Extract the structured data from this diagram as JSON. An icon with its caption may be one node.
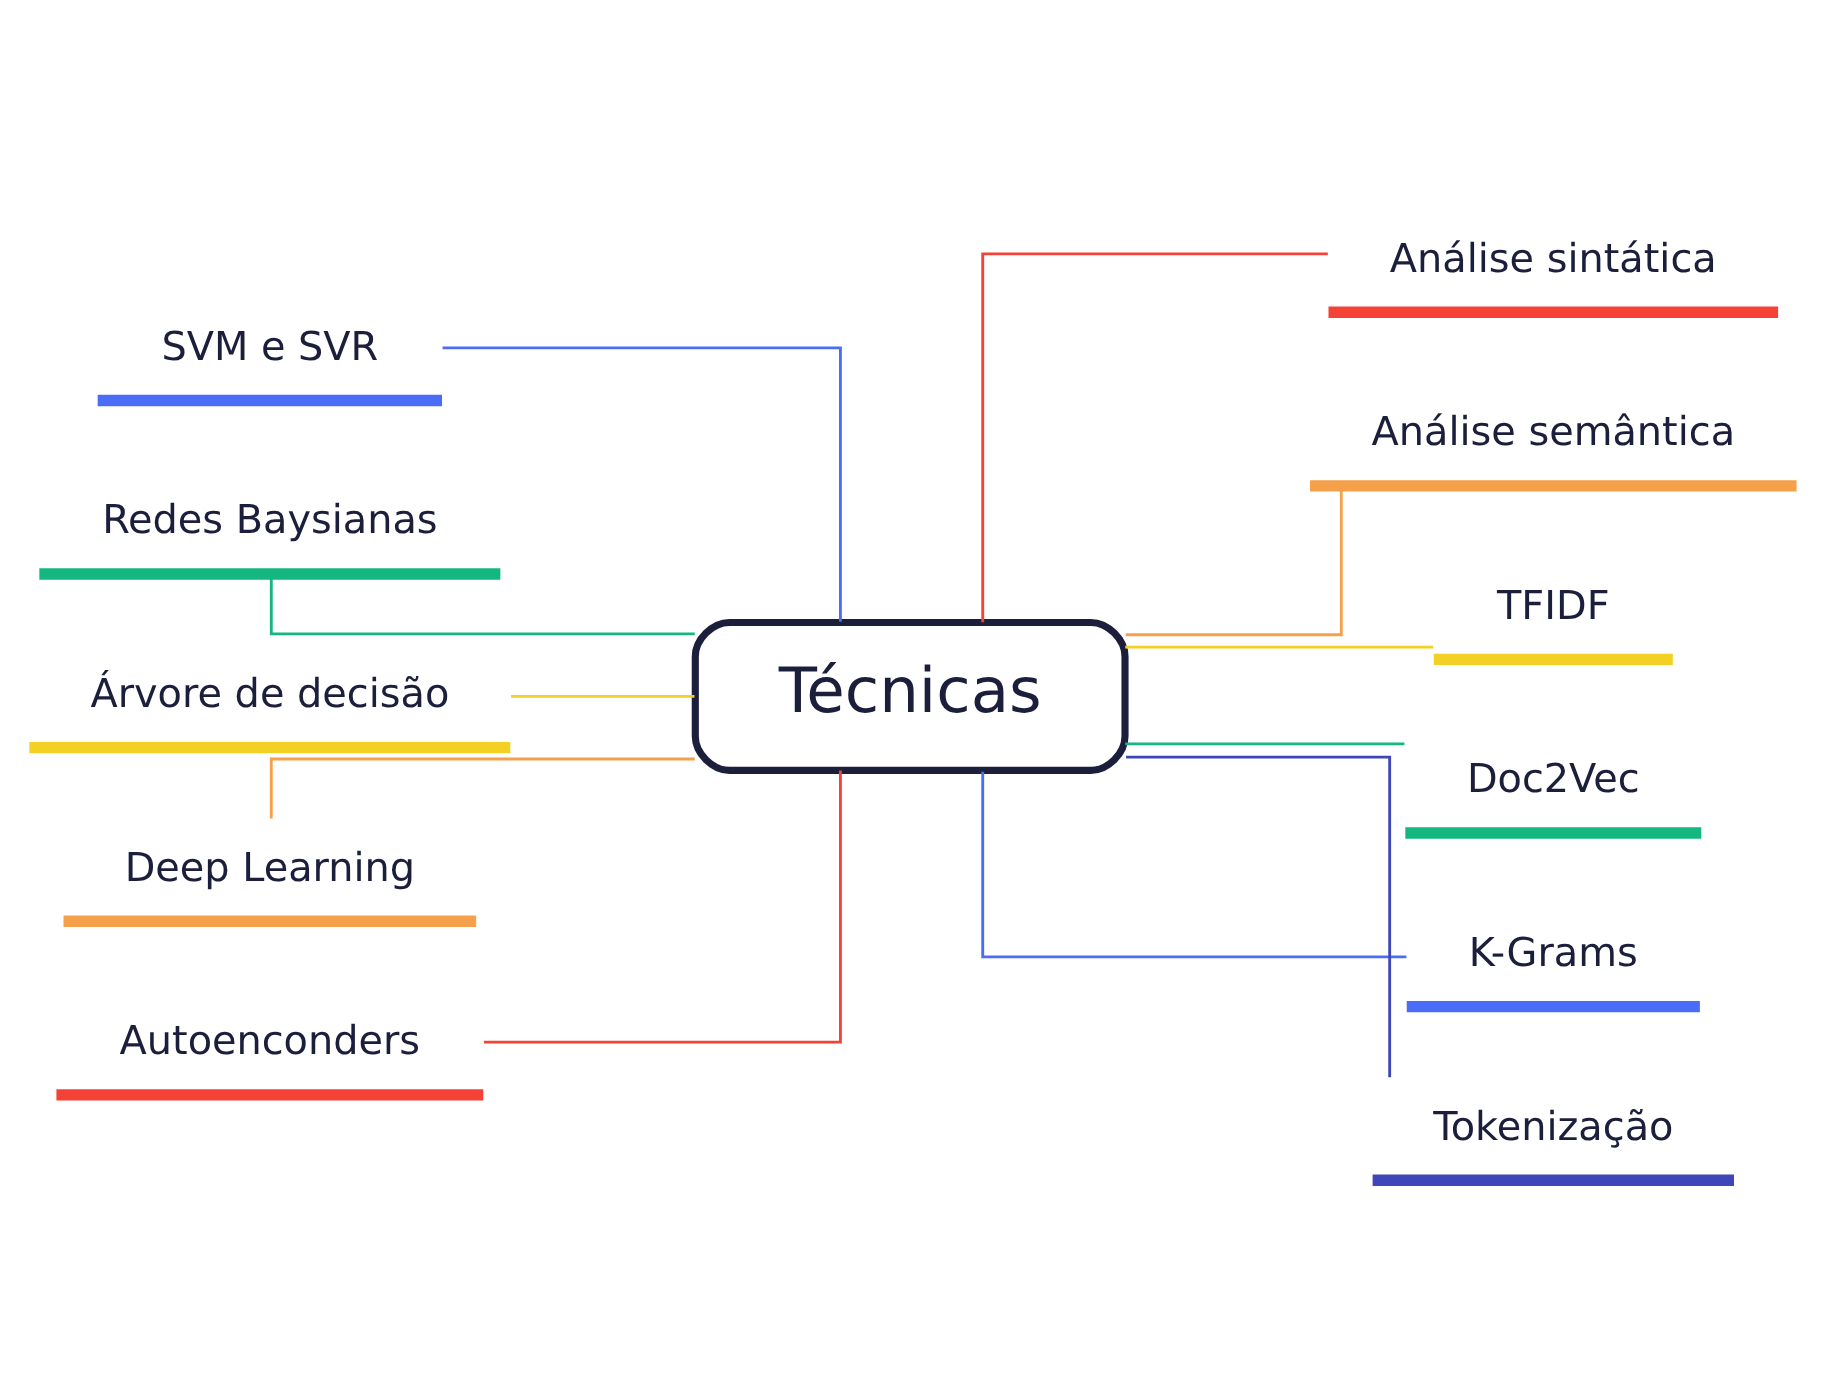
{
  "diagram": {
    "nodes": [
      {
        "text": [
          "Técnicas"
        ]
      },
      {
        "text": [
          "SVM e SVR"
        ]
      },
      {
        "text": [
          "Redes Baysianas"
        ]
      },
      {
        "text": [
          "Árvore de decisão"
        ]
      },
      {
        "text": [
          "Deep Learning"
        ]
      },
      {
        "text": [
          "Autoenconders"
        ]
      },
      {
        "text": [
          "Análise sintática"
        ]
      },
      {
        "text": [
          "Análise semântica"
        ]
      },
      {
        "text": [
          "TFIDF"
        ]
      },
      {
        "text": [
          "Doc2Vec"
        ]
      },
      {
        "text": [
          "K-Grams"
        ]
      },
      {
        "text": [
          "Tokenização"
        ]
      }
    ],
    "edges": [
      {
        "from": 1,
        "to": 0,
        "arrow": "none",
        "color": "#4a6cf7"
      },
      {
        "from": 2,
        "to": 0,
        "arrow": "none",
        "color": "#13b77f"
      },
      {
        "from": 3,
        "to": 0,
        "arrow": "none",
        "color": "#f2d024"
      },
      {
        "from": 4,
        "to": 0,
        "arrow": "none",
        "color": "#f5a04a"
      },
      {
        "from": 5,
        "to": 0,
        "arrow": "none",
        "color": "#f44336"
      },
      {
        "from": 0,
        "to": 6,
        "arrow": "none",
        "color": "#f44336"
      },
      {
        "from": 0,
        "to": 7,
        "arrow": "none",
        "color": "#f5a04a"
      },
      {
        "from": 0,
        "to": 8,
        "arrow": "none",
        "color": "#f2d024"
      },
      {
        "from": 0,
        "to": 9,
        "arrow": "none",
        "color": "#13b77f"
      },
      {
        "from": 0,
        "to": 10,
        "arrow": "none",
        "color": "#4a6cf7"
      },
      {
        "from": 0,
        "to": 11,
        "arrow": "none",
        "color": "#3f47b8"
      }
    ]
  }
}
